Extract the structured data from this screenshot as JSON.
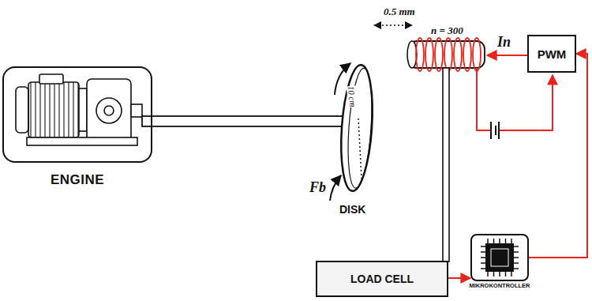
{
  "diagram": {
    "nodes": [
      {
        "text": [
          "ENGINE"
        ]
      },
      {
        "text": [
          "PWM"
        ]
      },
      {
        "text": [
          "LOAD CELL"
        ]
      },
      {
        "text": [
          "MIKROKONTROLLER"
        ]
      }
    ],
    "edges": [
      {
        "from": 2,
        "to": 3,
        "arrow": "to"
      },
      {
        "from": 3,
        "to": 1,
        "arrow": "to"
      }
    ],
    "labels": [
      "0.5 mm",
      "n = 300",
      "In",
      "10 cm",
      "Fb",
      "DISK"
    ]
  }
}
